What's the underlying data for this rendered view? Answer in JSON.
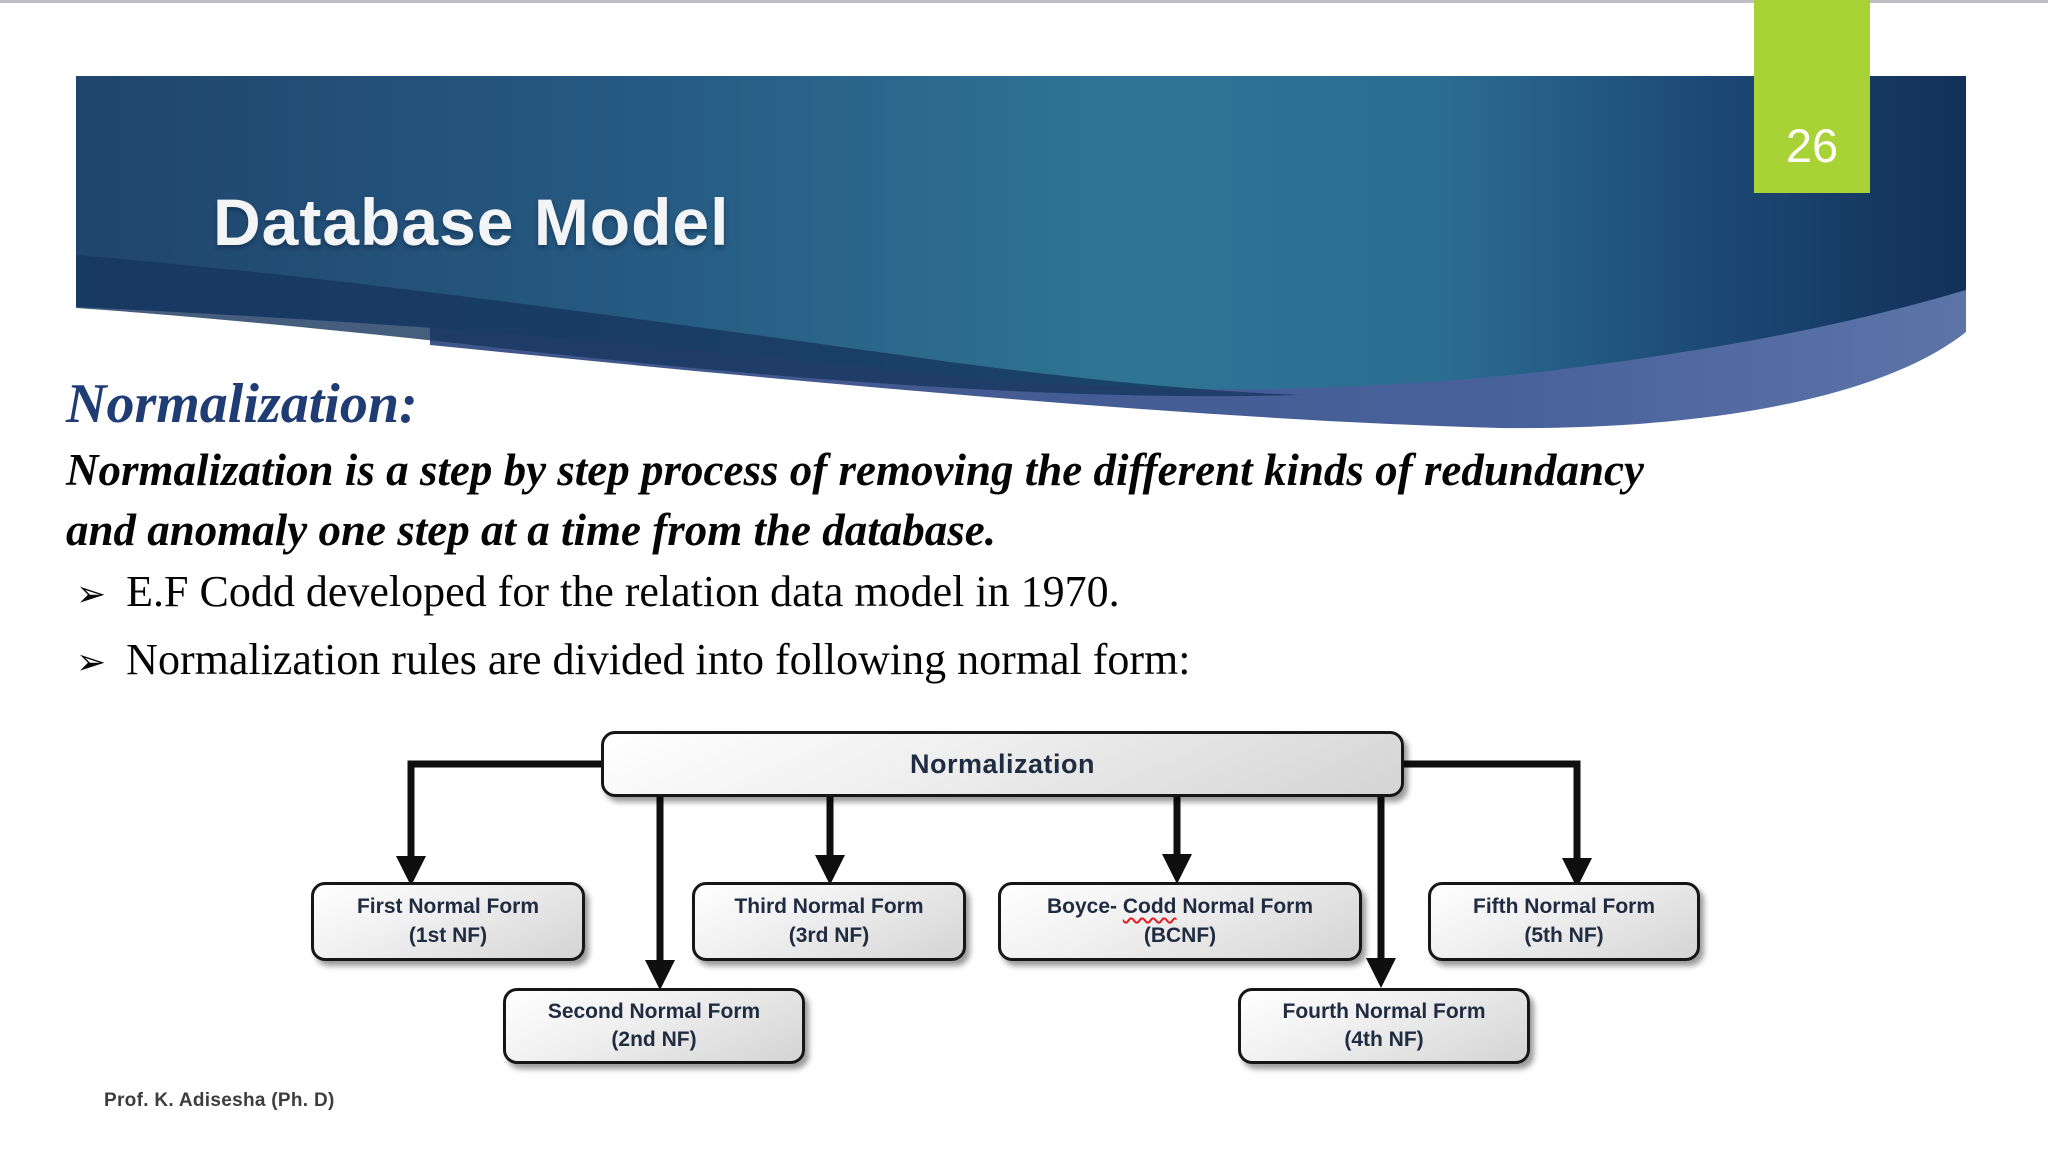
{
  "slide": {
    "number": "26",
    "header": {
      "title": "Database Model"
    },
    "heading": "Normalization:",
    "intro_lines": [
      "Normalization is a step by step process of removing the different kinds of redundancy",
      "and anomaly one step at a time from the database."
    ],
    "bullets": [
      {
        "marker": "➢",
        "text": "E.F Codd developed for the relation data model in 1970."
      },
      {
        "marker": "➢",
        "text": "Normalization rules are divided into following normal form:"
      }
    ],
    "footer": "Prof. K. Adisesha (Ph. D)"
  },
  "diagram": {
    "root": "Normalization",
    "nodes": {
      "first": {
        "name": "First Normal Form",
        "abbr": "(1st NF)"
      },
      "second": {
        "name": "Second Normal Form",
        "abbr": "(2nd NF)"
      },
      "third": {
        "name": "Third Normal Form",
        "abbr": "(3rd NF)"
      },
      "bcnf": {
        "prefix": "Boyce- ",
        "misspelled": "Codd",
        "suffix": " Normal Form",
        "abbr": "(BCNF)"
      },
      "fourth": {
        "name": "Fourth Normal Form",
        "abbr": "(4th NF)"
      },
      "fifth": {
        "name": "Fifth Normal Form",
        "abbr": "(5th NF)"
      }
    }
  },
  "colors": {
    "banner_navy_left": "#20456e",
    "banner_teal_mid": "#2d7095",
    "banner_dark_right": "#12305a",
    "swoosh_light_blue": "#49619b",
    "slide_number_green": "#a8d235",
    "heading_blue": "#1f3c74",
    "squiggle_red": "#e02020",
    "node_text": "#202c42"
  }
}
